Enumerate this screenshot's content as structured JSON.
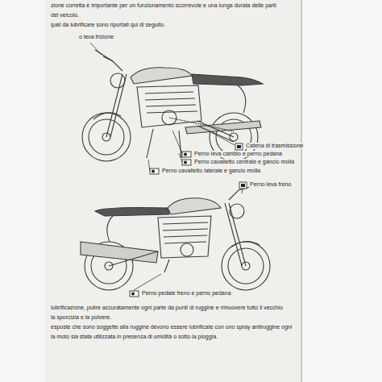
{
  "diagram": {
    "labels": [
      "zione corretta è importante per un funzionamento scorrevole e una lunga durata delle parti",
      "del veicolo.",
      "ipali da lubrificare sono riportati qui di seguito.",
      "o leva frizione",
      "Catena di trasmissione",
      "Perno leva cambio e perno pedana",
      "Perno cavalletto centrale e gancio molla",
      "Perno cavalletto laterale e gancio molla",
      "Perno leva freno",
      "Perno pedale freno e perno pedana",
      "lubrificazione, pulire accuratamente ogni parte da punti di ruggine e rimuovere tutto il vecchio",
      "la sporcizia e la polvere.",
      "esposte che sono soggette alla ruggine devono essere lubrificate con uno spray antiruggine ogni",
      "la moto sia stata utilizzata in presenza di umidità o sotto la pioggia."
    ]
  }
}
